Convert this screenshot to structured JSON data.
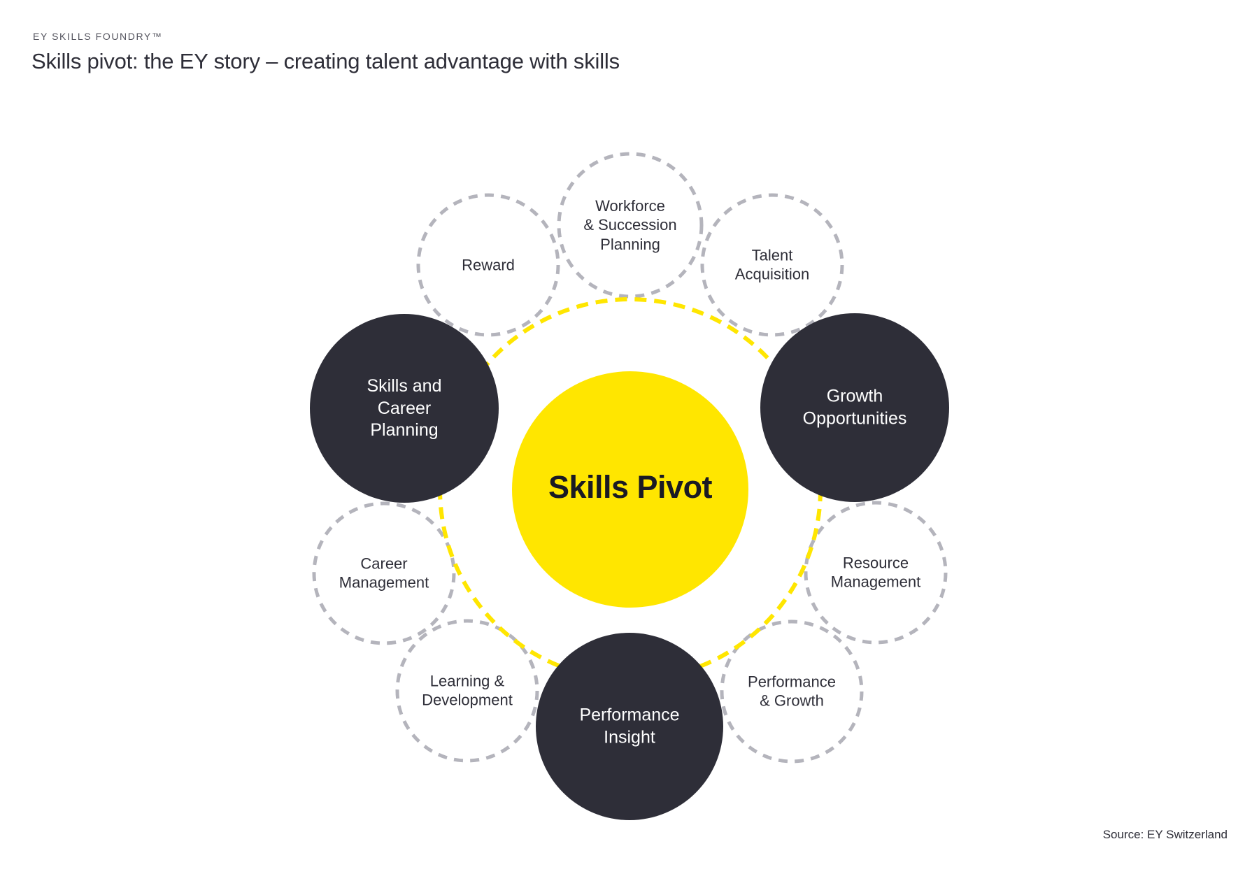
{
  "header": {
    "brand": "EY SKILLS FOUNDRY™",
    "title": "Skills pivot: the EY story – creating talent advantage with skills"
  },
  "footer": {
    "source": "Source: EY Switzerland"
  },
  "colors": {
    "yellow": "#FFE600",
    "dark": "#2E2E38",
    "dash-gray": "#B4B4BC",
    "title-text": "#2E2E38",
    "brand-text": "#55555F",
    "center-text": "#1A1A24",
    "white": "#FFFFFF"
  },
  "diagram": {
    "center": {
      "label": "Skills Pivot"
    },
    "dark_nodes": [
      {
        "label": "Skills and\nCareer\nPlanning"
      },
      {
        "label": "Growth\nOpportunities"
      },
      {
        "label": "Performance\nInsight"
      }
    ],
    "dashed_nodes": [
      {
        "label": "Reward"
      },
      {
        "label": "Workforce\n& Succession\nPlanning"
      },
      {
        "label": "Talent\nAcquisition"
      },
      {
        "label": "Career\nManagement"
      },
      {
        "label": "Resource\nManagement"
      },
      {
        "label": "Learning &\nDevelopment"
      },
      {
        "label": "Performance\n& Growth"
      }
    ]
  }
}
